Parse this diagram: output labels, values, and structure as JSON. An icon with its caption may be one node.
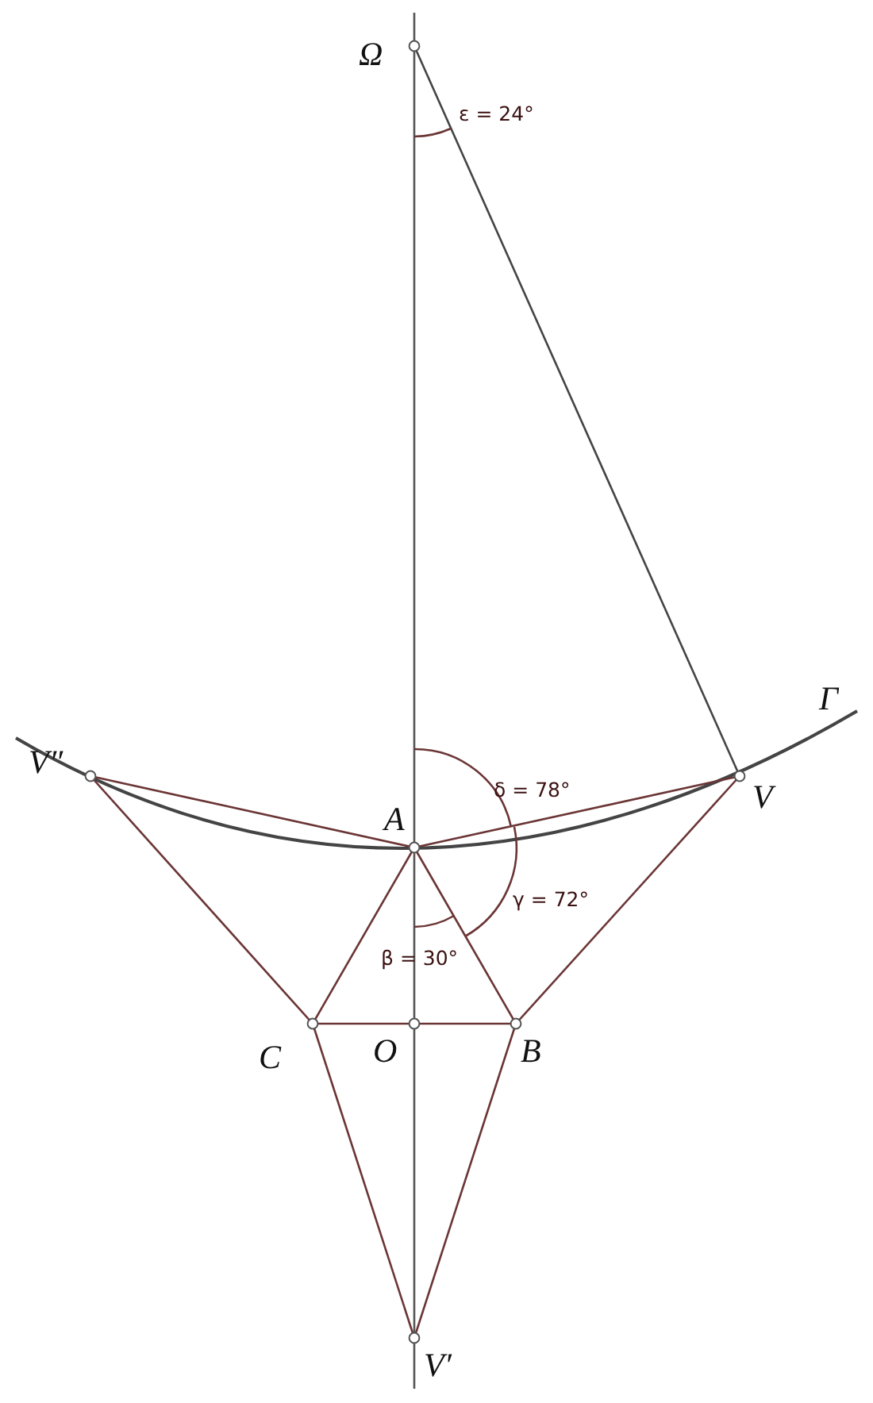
{
  "diagram": {
    "labels": [
      "Ω",
      "ε = 24°",
      "Γ",
      "V″",
      "A",
      "δ = 78°",
      "V",
      "γ = 72°",
      "β = 30°",
      "C",
      "O",
      "B",
      "V′"
    ]
  }
}
